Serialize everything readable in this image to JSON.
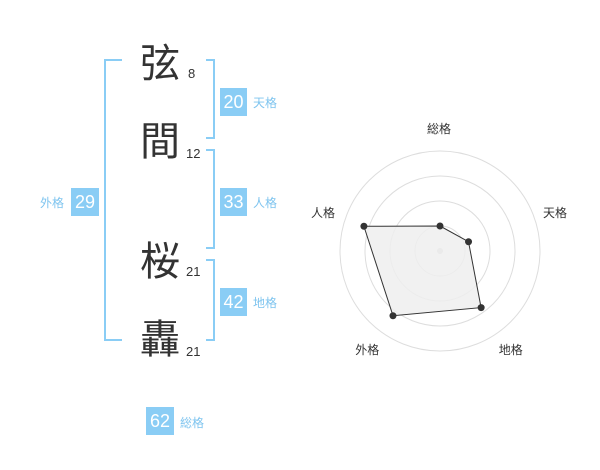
{
  "name_chars": [
    {
      "char": "弦",
      "strokes": "8"
    },
    {
      "char": "間",
      "strokes": "12"
    },
    {
      "char": "桜",
      "strokes": "21"
    },
    {
      "char": "轟",
      "strokes": "21"
    }
  ],
  "fortunes": {
    "tenkaku": {
      "value": "20",
      "label": "天格"
    },
    "jinkaku": {
      "value": "33",
      "label": "人格"
    },
    "chikaku": {
      "value": "42",
      "label": "地格"
    },
    "gaikaku": {
      "value": "29",
      "label": "外格"
    },
    "soukaku": {
      "value": "62",
      "label": "総格"
    }
  },
  "colors": {
    "accent": "#8acdf5",
    "accent_text": "#7ec4ef",
    "bracket": "#8acdf5"
  },
  "chart_data": {
    "type": "radar",
    "axes": [
      "総格",
      "天格",
      "地格",
      "外格",
      "人格"
    ],
    "scale_levels": 4,
    "values": [
      0.25,
      0.3,
      0.7,
      0.8,
      0.8
    ],
    "fill": "#eeeeee",
    "stroke": "#333333"
  }
}
